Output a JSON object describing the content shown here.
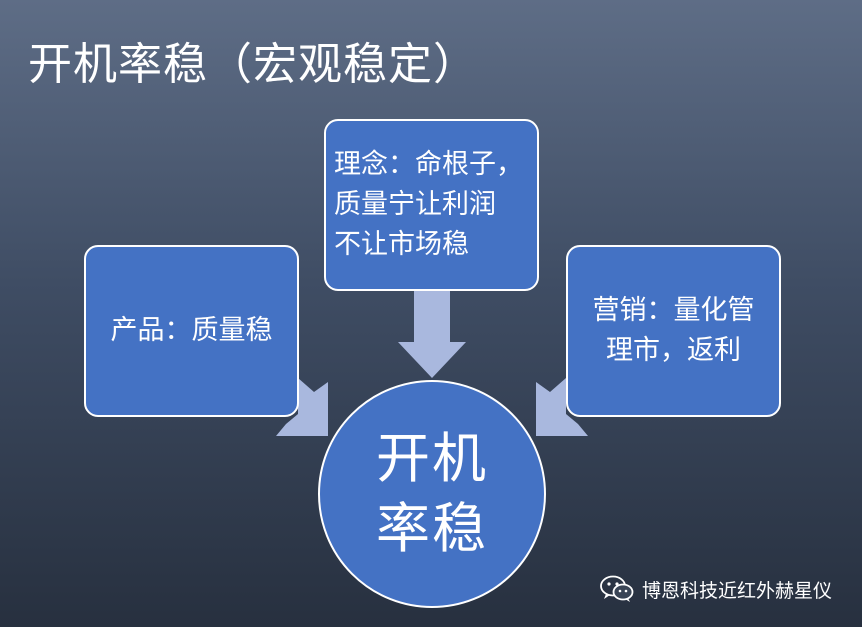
{
  "title": "开机率稳（宏观稳定）",
  "boxes": {
    "product": "产品：质量稳",
    "concept": "理念：命根子，\n质量宁让利润\n不让市场稳",
    "marketing": "营销：量化管\n理市，返利"
  },
  "center": "开机\n率稳",
  "footer": {
    "text": "博恩科技近红外赫星仪",
    "icon": "wechat-icon"
  },
  "colors": {
    "box_fill": "#4472c4",
    "arrow_fill": "#a9b8de",
    "outline": "#ffffff"
  }
}
